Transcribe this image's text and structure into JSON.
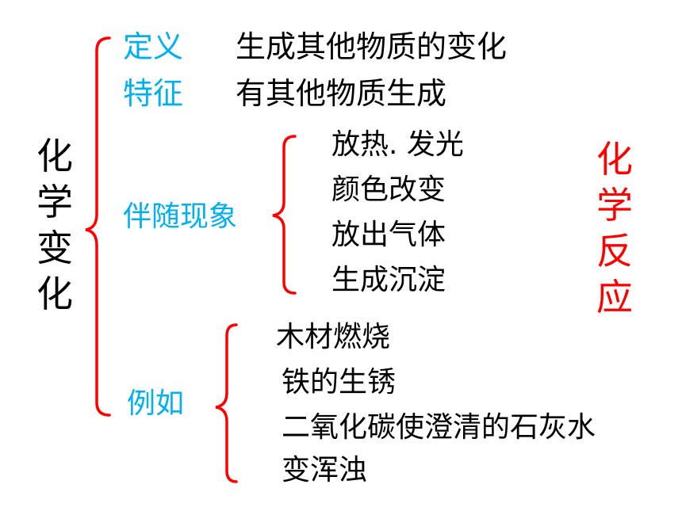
{
  "main_title_chars": [
    "化",
    "学",
    "变",
    "化"
  ],
  "side_title_chars": [
    "化",
    "学",
    "反",
    "应"
  ],
  "definition": {
    "label": "定义",
    "text": "生成其他物质的变化"
  },
  "feature": {
    "label": "特征",
    "text": "有其他物质生成"
  },
  "phenomena": {
    "label": "伴随现象",
    "items": [
      "放热. 发光",
      "颜色改变",
      "放出气体",
      "生成沉淀"
    ]
  },
  "examples": {
    "label": "例如",
    "items": [
      "木材燃烧",
      "铁的生锈",
      "二氧化碳使澄清的石灰水",
      "变浑浊"
    ]
  },
  "colors": {
    "brace": "#FF0000",
    "label": "#00B0F0",
    "text": "#000000",
    "side_title": "#FF0000"
  }
}
